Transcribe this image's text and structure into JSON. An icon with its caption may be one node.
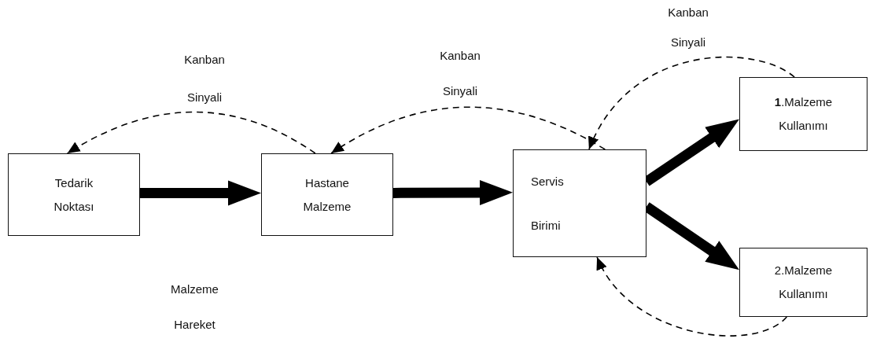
{
  "diagram": {
    "nodes": [
      {
        "text": [
          "Tedarik Noktası"
        ]
      },
      {
        "text": [
          "Hastane Malzeme"
        ]
      },
      {
        "text": [
          "Servis Birimi"
        ]
      },
      {
        "text": [
          "**1**.Malzeme Kullanımı"
        ]
      },
      {
        "text": [
          "2.Malzeme Kullanımı"
        ]
      }
    ],
    "edges": [
      {
        "from": 0,
        "to": 1,
        "arrow": "to",
        "style": "thick"
      },
      {
        "from": 1,
        "to": 2,
        "arrow": "to",
        "style": "thick"
      },
      {
        "from": 2,
        "to": 3,
        "arrow": "to",
        "style": "thick"
      },
      {
        "from": 2,
        "to": 4,
        "arrow": "to",
        "style": "thick"
      },
      {
        "from": 1,
        "to": 0,
        "arrow": "to",
        "style": "dashed",
        "label": "Kanban Sinyali"
      },
      {
        "from": 2,
        "to": 1,
        "arrow": "to",
        "style": "dashed",
        "label": "Kanban Sinyali"
      },
      {
        "from": 3,
        "to": 2,
        "arrow": "to",
        "style": "dashed",
        "label": "Kanban Sinyali"
      },
      {
        "from": 4,
        "to": 2,
        "arrow": "to",
        "style": "dashed"
      }
    ],
    "labels": [
      "Malzeme Hareket"
    ]
  }
}
